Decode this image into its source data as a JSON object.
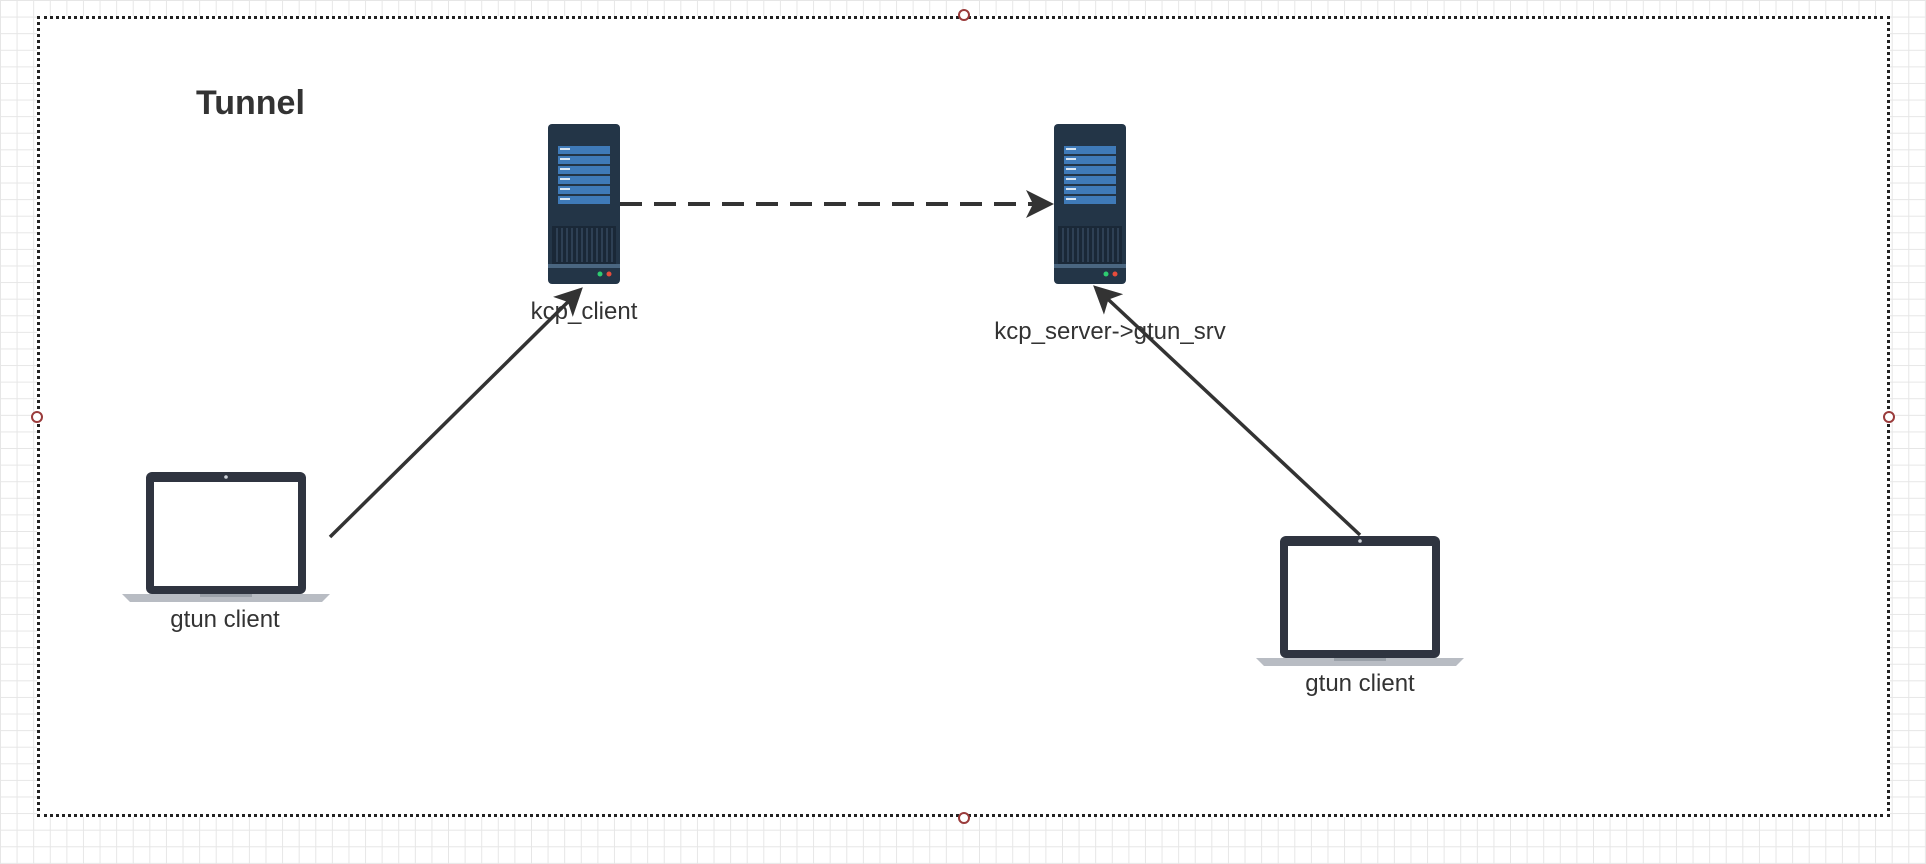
{
  "diagram": {
    "title": "Tunnel",
    "nodes": {
      "kcp_client": {
        "label": "kcp_client",
        "icon": "server-icon"
      },
      "kcp_server": {
        "label": "kcp_server->gtun_srv",
        "icon": "server-icon"
      },
      "client_left": {
        "label": "gtun client",
        "icon": "laptop-icon"
      },
      "client_right": {
        "label": "gtun client",
        "icon": "laptop-icon"
      }
    },
    "edges": [
      {
        "from": "kcp_client",
        "to": "kcp_server",
        "style": "dashed"
      },
      {
        "from": "client_left",
        "to": "kcp_client",
        "style": "solid"
      },
      {
        "from": "client_right",
        "to": "kcp_server",
        "style": "solid"
      }
    ],
    "colors": {
      "server_body": "#233547",
      "server_panel": "#3f7ab8",
      "laptop_frame": "#2f3440",
      "edge": "#333333"
    }
  }
}
